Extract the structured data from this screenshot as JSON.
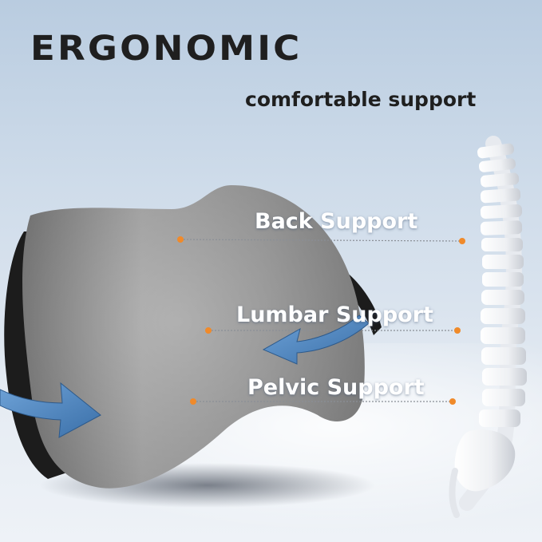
{
  "headline": "ERGONOMIC",
  "tagline": "comfortable support",
  "callouts": [
    {
      "label": "Back Support"
    },
    {
      "label": "Lumbar Support"
    },
    {
      "label": "Pelvic Support"
    }
  ],
  "colors": {
    "background_top": "#b9cce0",
    "background_bottom": "#eef2f7",
    "pillow_gray": "#8e8e8e",
    "arrow_blue": "#4f86c0",
    "dot_orange": "#f08a2a",
    "title_text": "#1f1f1f",
    "label_text": "#ffffff"
  }
}
